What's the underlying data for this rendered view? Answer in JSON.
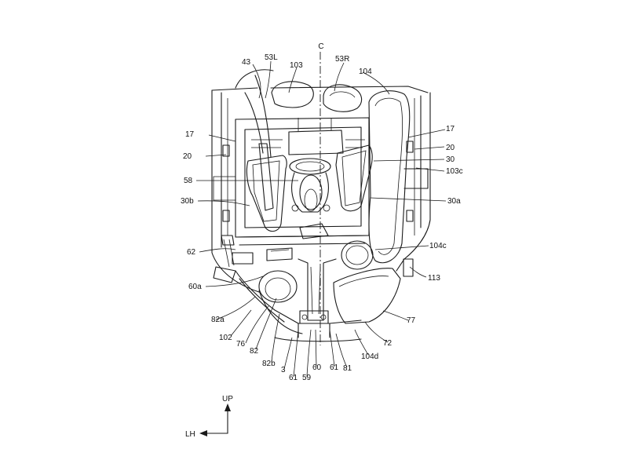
{
  "figure": {
    "centerline_label": "C",
    "labels": {
      "l43": "43",
      "l53L": "53L",
      "l103": "103",
      "l53R": "53R",
      "l104": "104",
      "l17_left": "17",
      "l17_right": "17",
      "l20_left": "20",
      "l20_right": "20",
      "l30": "30",
      "l103c": "103c",
      "l58": "58",
      "l30b": "30b",
      "l30a": "30a",
      "l62": "62",
      "l104c": "104c",
      "l113": "113",
      "l60a": "60a",
      "l82a": "82a",
      "l77": "77",
      "l102": "102",
      "l76": "76",
      "l82": "82",
      "l72": "72",
      "l104d": "104d",
      "l82b": "82b",
      "l3": "3",
      "l61_left": "61",
      "l59": "59",
      "l60": "60",
      "l61_right": "61",
      "l81": "81"
    }
  },
  "orientation": {
    "up_label": "UP",
    "lh_label": "LH"
  }
}
